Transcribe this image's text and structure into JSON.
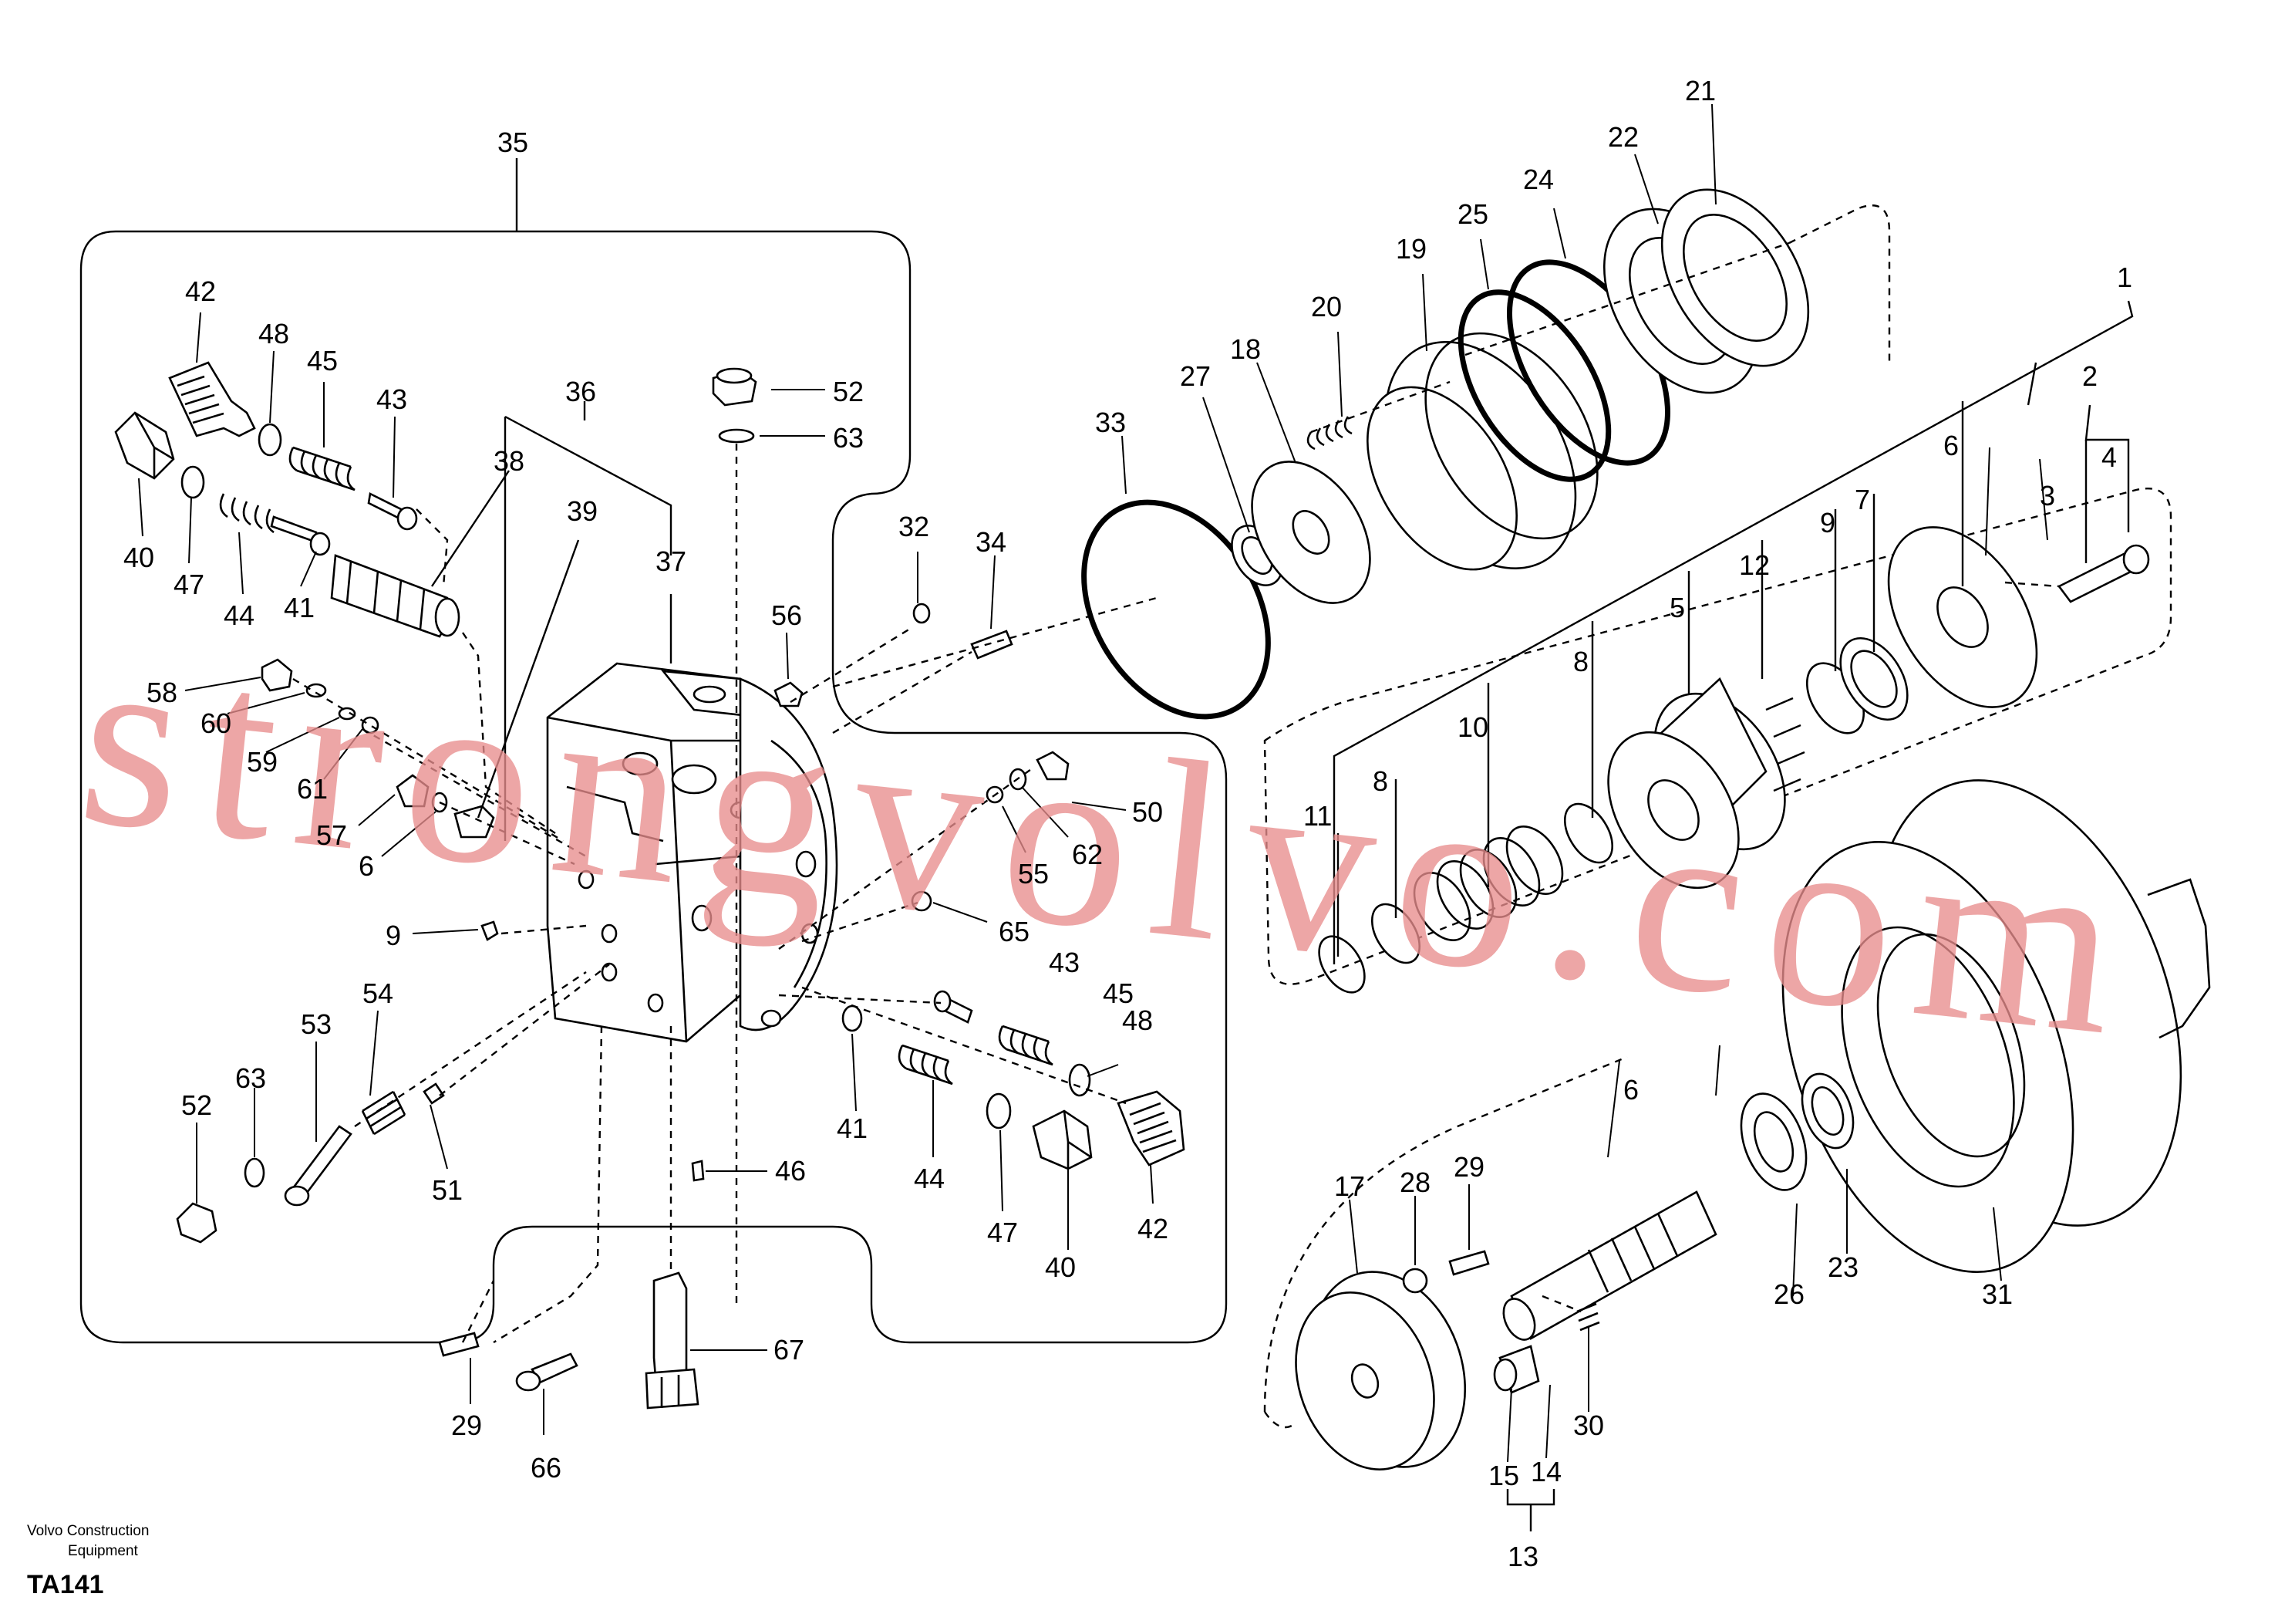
{
  "footer": {
    "company_line1": "Volvo Construction",
    "company_line2": "Equipment",
    "code": "TA141"
  },
  "watermark": "strongvolvo.com",
  "colors": {
    "watermark": "#e88e8e",
    "lines": "#000000",
    "background": "#ffffff"
  },
  "callouts": [
    {
      "id": "c1",
      "text": "1"
    },
    {
      "id": "c2",
      "text": "2"
    },
    {
      "id": "c3",
      "text": "3"
    },
    {
      "id": "c4",
      "text": "4"
    },
    {
      "id": "c5",
      "text": "5"
    },
    {
      "id": "c6a",
      "text": "6"
    },
    {
      "id": "c6b",
      "text": "6"
    },
    {
      "id": "c6c",
      "text": "6"
    },
    {
      "id": "c7",
      "text": "7"
    },
    {
      "id": "c8a",
      "text": "8"
    },
    {
      "id": "c8b",
      "text": "8"
    },
    {
      "id": "c9a",
      "text": "9"
    },
    {
      "id": "c9b",
      "text": "9"
    },
    {
      "id": "c10",
      "text": "10"
    },
    {
      "id": "c11",
      "text": "11"
    },
    {
      "id": "c12",
      "text": "12"
    },
    {
      "id": "c13",
      "text": "13"
    },
    {
      "id": "c14",
      "text": "14"
    },
    {
      "id": "c15",
      "text": "15"
    },
    {
      "id": "c17",
      "text": "17"
    },
    {
      "id": "c18",
      "text": "18"
    },
    {
      "id": "c19",
      "text": "19"
    },
    {
      "id": "c20",
      "text": "20"
    },
    {
      "id": "c21",
      "text": "21"
    },
    {
      "id": "c22",
      "text": "22"
    },
    {
      "id": "c23",
      "text": "23"
    },
    {
      "id": "c24",
      "text": "24"
    },
    {
      "id": "c25",
      "text": "25"
    },
    {
      "id": "c26",
      "text": "26"
    },
    {
      "id": "c27",
      "text": "27"
    },
    {
      "id": "c28",
      "text": "28"
    },
    {
      "id": "c29a",
      "text": "29"
    },
    {
      "id": "c29b",
      "text": "29"
    },
    {
      "id": "c30",
      "text": "30"
    },
    {
      "id": "c31",
      "text": "31"
    },
    {
      "id": "c32",
      "text": "32"
    },
    {
      "id": "c33",
      "text": "33"
    },
    {
      "id": "c34",
      "text": "34"
    },
    {
      "id": "c35",
      "text": "35"
    },
    {
      "id": "c36",
      "text": "36"
    },
    {
      "id": "c37",
      "text": "37"
    },
    {
      "id": "c38",
      "text": "38"
    },
    {
      "id": "c39",
      "text": "39"
    },
    {
      "id": "c40a",
      "text": "40"
    },
    {
      "id": "c40b",
      "text": "40"
    },
    {
      "id": "c41a",
      "text": "41"
    },
    {
      "id": "c41b",
      "text": "41"
    },
    {
      "id": "c42a",
      "text": "42"
    },
    {
      "id": "c42b",
      "text": "42"
    },
    {
      "id": "c43a",
      "text": "43"
    },
    {
      "id": "c43b",
      "text": "43"
    },
    {
      "id": "c44a",
      "text": "44"
    },
    {
      "id": "c44b",
      "text": "44"
    },
    {
      "id": "c45a",
      "text": "45"
    },
    {
      "id": "c45b",
      "text": "45"
    },
    {
      "id": "c46",
      "text": "46"
    },
    {
      "id": "c47a",
      "text": "47"
    },
    {
      "id": "c47b",
      "text": "47"
    },
    {
      "id": "c48a",
      "text": "48"
    },
    {
      "id": "c48b",
      "text": "48"
    },
    {
      "id": "c50",
      "text": "50"
    },
    {
      "id": "c51",
      "text": "51"
    },
    {
      "id": "c52a",
      "text": "52"
    },
    {
      "id": "c52b",
      "text": "52"
    },
    {
      "id": "c53",
      "text": "53"
    },
    {
      "id": "c54",
      "text": "54"
    },
    {
      "id": "c55",
      "text": "55"
    },
    {
      "id": "c56",
      "text": "56"
    },
    {
      "id": "c57",
      "text": "57"
    },
    {
      "id": "c58",
      "text": "58"
    },
    {
      "id": "c59",
      "text": "59"
    },
    {
      "id": "c60",
      "text": "60"
    },
    {
      "id": "c61",
      "text": "61"
    },
    {
      "id": "c62",
      "text": "62"
    },
    {
      "id": "c63a",
      "text": "63"
    },
    {
      "id": "c63b",
      "text": "63"
    },
    {
      "id": "c65",
      "text": "65"
    },
    {
      "id": "c66",
      "text": "66"
    },
    {
      "id": "c67",
      "text": "67"
    }
  ]
}
